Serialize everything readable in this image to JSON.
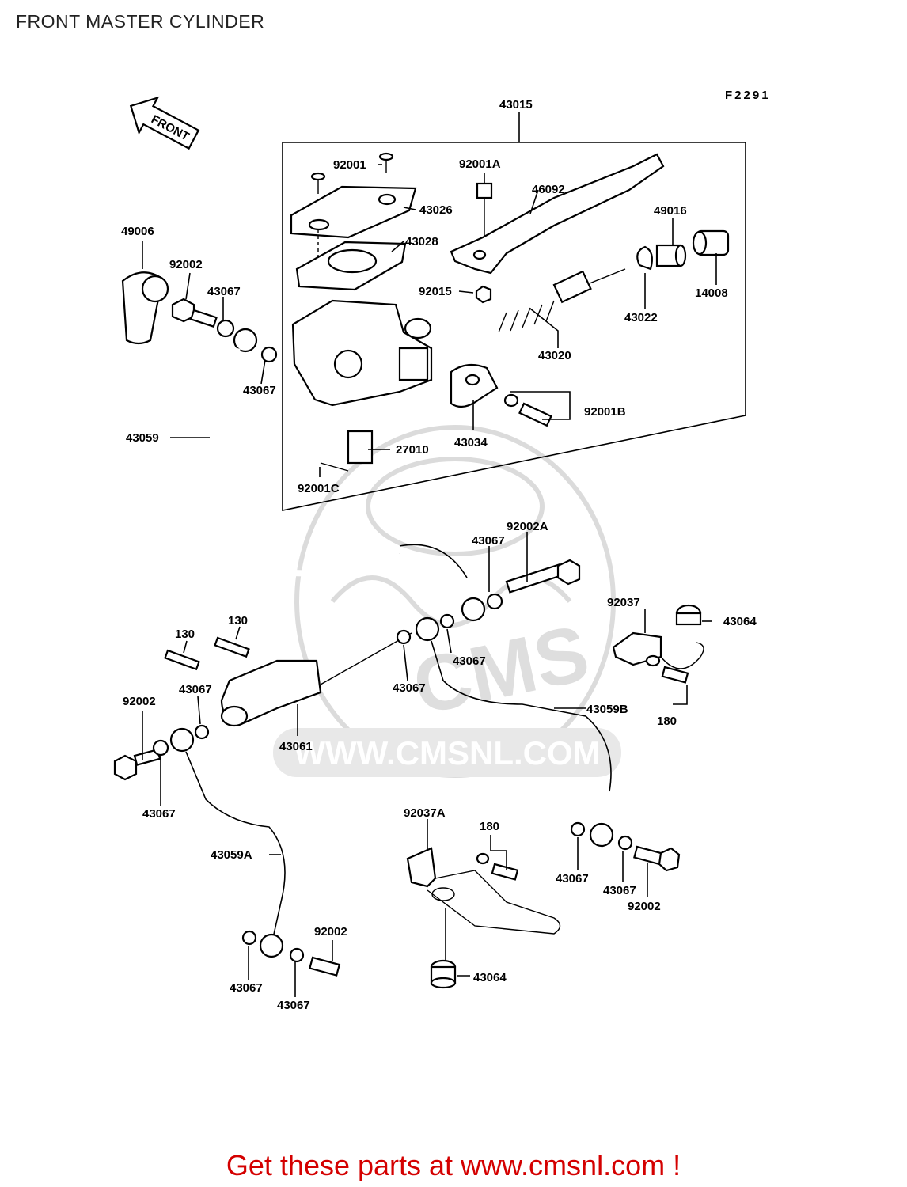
{
  "header": {
    "title": "FRONT MASTER CYLINDER"
  },
  "diagram": {
    "figure_code": "F2291",
    "direction_arrow_label": "FRONT",
    "watermark_text": "WWW.CMSNL.COM",
    "watermark_logo": "CMS",
    "labels": {
      "p43015": "43015",
      "p92001": "92001",
      "p92001A": "92001A",
      "p46092": "46092",
      "p43026": "43026",
      "p43028": "43028",
      "p49016": "49016",
      "p49006": "49006",
      "p92002_top": "92002",
      "p43067_a": "43067",
      "p92015": "92015",
      "p14008": "14008",
      "p43022": "43022",
      "p43020": "43020",
      "p43067_b": "43067",
      "p92001B": "92001B",
      "p43059": "43059",
      "p43034": "43034",
      "p27010": "27010",
      "p92001C": "92001C",
      "p92002A": "92002A",
      "p43067_c": "43067",
      "p92037": "92037",
      "p43064_top": "43064",
      "p130_a": "130",
      "p130_b": "130",
      "p43067_d": "43067",
      "p43067_e": "43067",
      "p43059B": "43059B",
      "p92002_left": "92002",
      "p43067_f": "43067",
      "p43061": "43061",
      "p180_top": "180",
      "p43067_g": "43067",
      "p92037A": "92037A",
      "p180_mid": "180",
      "p43059A": "43059A",
      "p43067_h": "43067",
      "p43067_i": "43067",
      "p92002_right": "92002",
      "p92002_bottom": "92002",
      "p43064_bottom": "43064",
      "p43067_j": "43067",
      "p43067_k": "43067"
    }
  },
  "footer": {
    "cta_text": "Get these parts at www.cmsnl.com !",
    "cta_color": "#d40000"
  }
}
